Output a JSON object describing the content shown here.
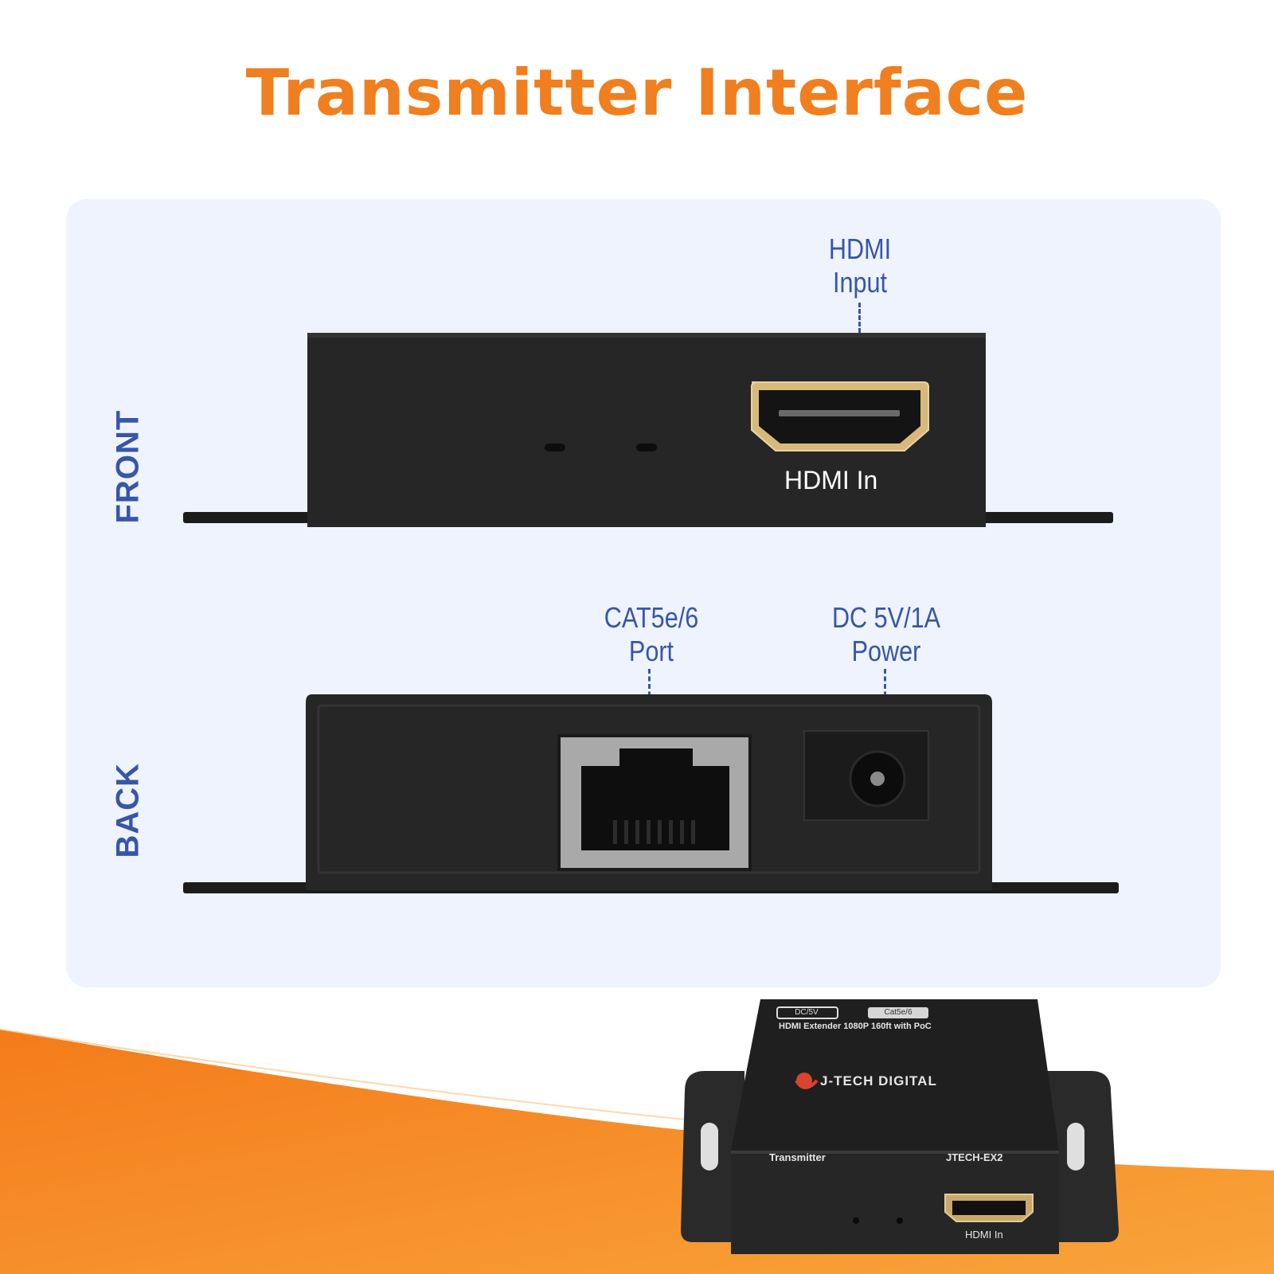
{
  "title": "Transmitter Interface",
  "front": {
    "label": "FRONT",
    "callout_line1": "HDMI",
    "callout_line2": "Input",
    "port_print": "HDMI In"
  },
  "back": {
    "label": "BACK",
    "cat_line1": "CAT5e/6",
    "cat_line2": "Port",
    "dc_line1": "DC 5V/1A",
    "dc_line2": "Power"
  },
  "product": {
    "top_dc": "DC/5V",
    "top_cat": "Cat5e/6",
    "model_line": "HDMI Extender 1080P 160ft with PoC",
    "brand": "J-TECH DIGITAL",
    "role": "Transmitter",
    "model": "JTECH-EX2",
    "port_label": "HDMI In"
  },
  "colors": {
    "title": "#f07f1f",
    "accent_blue": "#3856a8",
    "panel": "#eef3fd",
    "orange_band": "#f58a1f"
  }
}
